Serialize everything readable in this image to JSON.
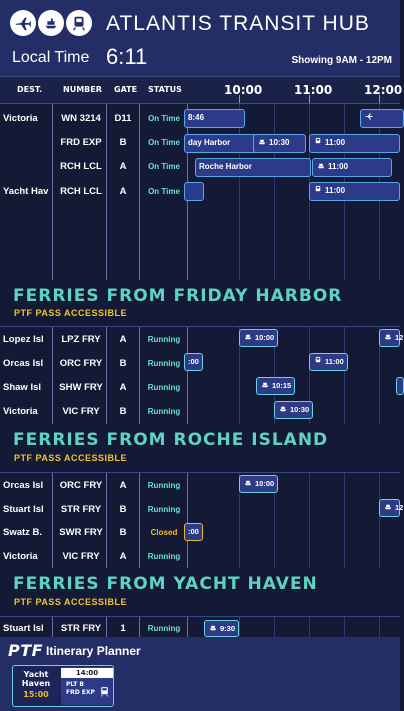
{
  "header": {
    "title": "ATLANTIS TRANSIT HUB",
    "local_time_label": "Local Time",
    "local_time": "6:11",
    "showing": "Showing 9AM - 12PM",
    "mode_icons": [
      "plane-icon",
      "ship-icon",
      "train-icon"
    ]
  },
  "columns": {
    "dest": "DEST.",
    "number": "NUMBER",
    "gate": "GATE",
    "status": "STATUS",
    "hours": [
      "10:00",
      "11:00",
      "12:00"
    ]
  },
  "departures": {
    "rows": [
      {
        "dest": "Victoria",
        "number": "WN 3214",
        "gate": "D11",
        "status": "On Time"
      },
      {
        "dest": "",
        "number": "FRD EXP",
        "gate": "B",
        "status": "On Time"
      },
      {
        "dest": "",
        "number": "RCH LCL",
        "gate": "A",
        "status": "On Time"
      },
      {
        "dest": "Yacht Hav",
        "number": "RCH LCL",
        "gate": "A",
        "status": "On Time"
      }
    ],
    "bars": {
      "r0a": "8:46",
      "r1a": "day Harbor",
      "r1b": "10:30",
      "r1c": "11:00",
      "r2a": "Roche Harbor",
      "r2b": "11:00",
      "r3b": "11:00"
    }
  },
  "friday": {
    "title": "FERRIES FROM FRIDAY HARBOR",
    "subtitle": "PTF PASS ACCESSIBLE",
    "rows": [
      {
        "dest": "Lopez Isl",
        "number": "LPZ FRY",
        "gate": "A",
        "status": "Running",
        "chips": [
          "10:00",
          "12"
        ]
      },
      {
        "dest": "Orcas Isl",
        "number": "ORC FRY",
        "gate": "B",
        "status": "Running",
        "chips": [
          ":00",
          "11:00"
        ]
      },
      {
        "dest": "Shaw Isl",
        "number": "SHW FRY",
        "gate": "A",
        "status": "Running",
        "chips": [
          "10:15"
        ]
      },
      {
        "dest": "Victoria",
        "number": "VIC FRY",
        "gate": "B",
        "status": "Running",
        "chips": [
          "10:30"
        ]
      }
    ]
  },
  "roche": {
    "title": "FERRIES FROM ROCHE ISLAND",
    "subtitle": "PTF PASS ACCESSIBLE",
    "rows": [
      {
        "dest": "Orcas Isl",
        "number": "ORC FRY",
        "gate": "A",
        "status": "Running",
        "chips": [
          "10:00"
        ]
      },
      {
        "dest": "Stuart Isl",
        "number": "STR FRY",
        "gate": "B",
        "status": "Running",
        "chips": [
          "12"
        ]
      },
      {
        "dest": "Swatz B.",
        "number": "SWR FRY",
        "gate": "B",
        "status": "Closed",
        "chips": [
          ":00"
        ]
      },
      {
        "dest": "Victoria",
        "number": "VIC FRY",
        "gate": "A",
        "status": "Running",
        "chips": []
      }
    ]
  },
  "yacht": {
    "title": "FERRIES FROM YACHT HAVEN",
    "subtitle": "PTF PASS ACCESSIBLE",
    "rows": [
      {
        "dest": "Stuart Isl",
        "number": "STR FRY",
        "gate": "1",
        "status": "Running",
        "chips": [
          "9:30"
        ]
      }
    ]
  },
  "planner": {
    "logo": "PTF",
    "title": "Itinerary Planner",
    "dest_line1": "Yacht",
    "dest_line2": "Haven",
    "dest_time": "15:00",
    "depart_time": "14:00",
    "depart_platform": "PLT B",
    "depart_service": "FRD EXP"
  },
  "colors": {
    "header_bg": "#242e66",
    "board_bg": "#141a35",
    "accent_teal": "#5fd2c6",
    "accent_gold": "#f0c531",
    "bar_bg": "#2c3a8a"
  }
}
